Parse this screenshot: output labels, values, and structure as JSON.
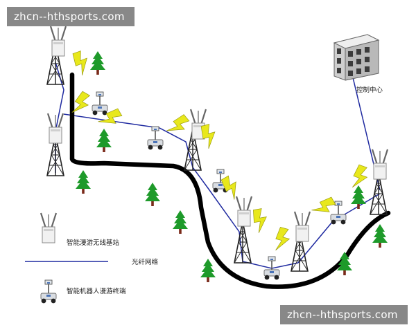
{
  "watermark_top": "zhcn--hthsports.com",
  "watermark_bottom": "zhcn--hthsports.com",
  "control_center_label": "控制中心",
  "legend": [
    {
      "label": "智能漫游无线基站",
      "icon": "base-station-icon"
    },
    {
      "label": "光纤网络",
      "icon": "fiber-line-icon"
    },
    {
      "label": "智能机器人漫游终端",
      "icon": "robot-icon"
    }
  ],
  "colors": {
    "fiber_network": "#1f2aa0",
    "fiber_trunk": "#000000",
    "wireless_bolt": "#e6e619",
    "tree": "#1e9a2a",
    "tower": "#222222"
  }
}
